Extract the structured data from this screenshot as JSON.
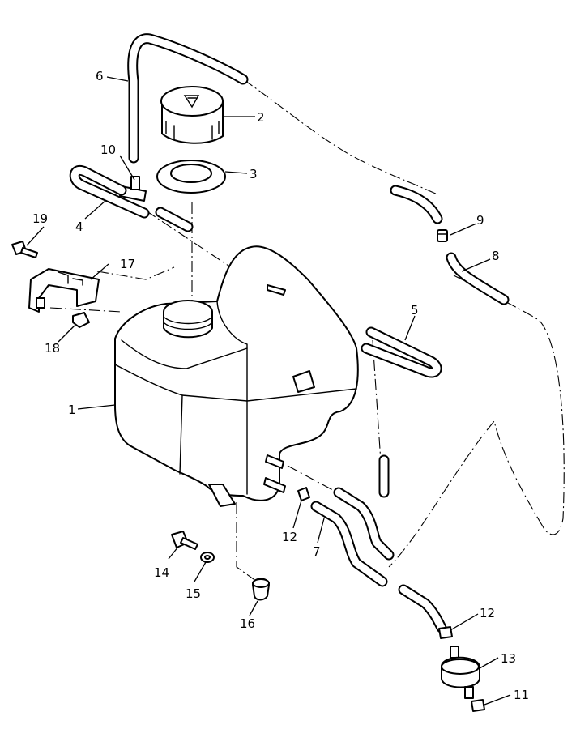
{
  "callouts": [
    {
      "id": "1",
      "text": "1"
    },
    {
      "id": "2",
      "text": "2"
    },
    {
      "id": "3",
      "text": "3"
    },
    {
      "id": "4",
      "text": "4"
    },
    {
      "id": "5",
      "text": "5"
    },
    {
      "id": "6",
      "text": "6"
    },
    {
      "id": "7",
      "text": "7"
    },
    {
      "id": "8",
      "text": "8"
    },
    {
      "id": "9",
      "text": "9"
    },
    {
      "id": "10",
      "text": "10"
    },
    {
      "id": "11",
      "text": "11"
    },
    {
      "id": "12a",
      "text": "12"
    },
    {
      "id": "12b",
      "text": "12"
    },
    {
      "id": "13",
      "text": "13"
    },
    {
      "id": "14",
      "text": "14"
    },
    {
      "id": "15",
      "text": "15"
    },
    {
      "id": "16",
      "text": "16"
    },
    {
      "id": "17",
      "text": "17"
    },
    {
      "id": "18",
      "text": "18"
    },
    {
      "id": "19",
      "text": "19"
    }
  ]
}
